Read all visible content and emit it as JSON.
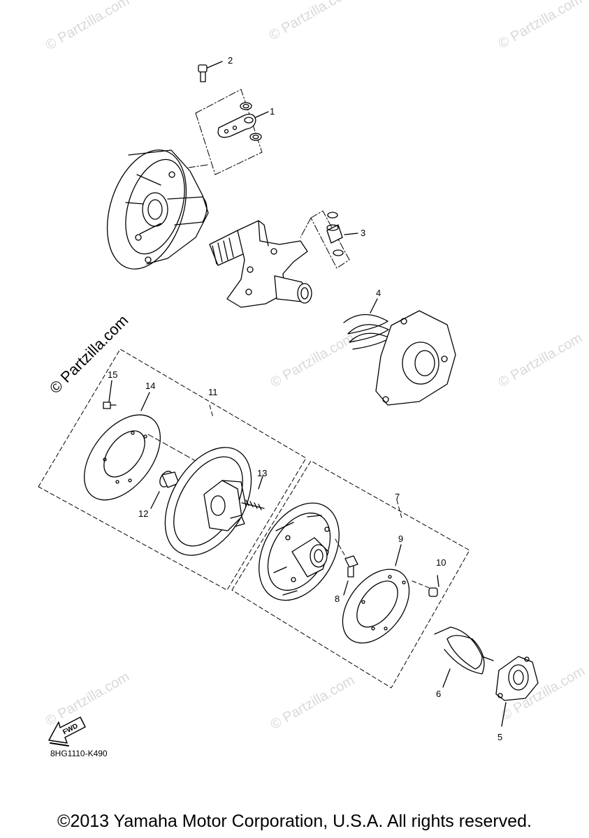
{
  "watermarks": {
    "small": "© Partzilla.com",
    "large": "© Partzilla.com"
  },
  "callouts": [
    "1",
    "2",
    "3",
    "4",
    "5",
    "6",
    "7",
    "8",
    "9",
    "10",
    "11",
    "12",
    "13",
    "14",
    "15"
  ],
  "fwd_label": "FWD",
  "diagram_code": "8HG1110-K490",
  "copyright": "©2013 Yamaha Motor Corporation, U.S.A. All rights reserved."
}
